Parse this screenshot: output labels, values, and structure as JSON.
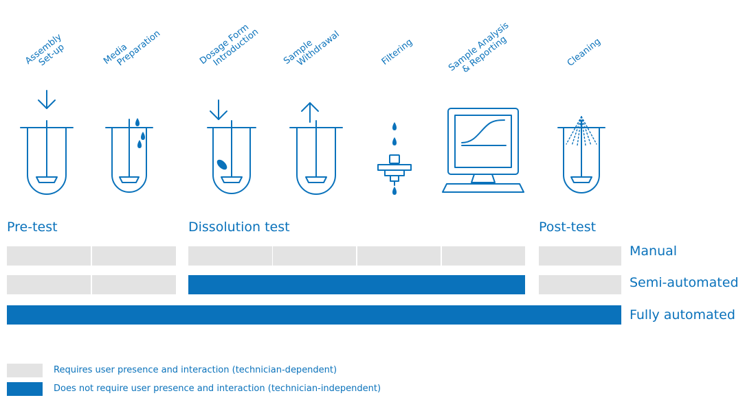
{
  "steps": [
    {
      "line1": "Assembly",
      "line2": "Set-up",
      "icon": "vessel-with-down-arrow-icon"
    },
    {
      "line1": "Media",
      "line2": "Preparation",
      "icon": "vessel-with-drops-icon"
    },
    {
      "line1": "Dosage Form",
      "line2": "Introduction",
      "icon": "vessel-with-tablet-icon"
    },
    {
      "line1": "Sample",
      "line2": "Withdrawal",
      "icon": "vessel-with-up-arrow-icon"
    },
    {
      "line1": "Filtering",
      "line2": "",
      "icon": "filter-icon"
    },
    {
      "line1": "Sample Analysis",
      "line2": "& Reporting",
      "icon": "computer-monitor-icon"
    },
    {
      "line1": "Cleaning",
      "line2": "",
      "icon": "vessel-with-spray-icon"
    }
  ],
  "sections": {
    "pre": "Pre-test",
    "dissolution": "Dissolution test",
    "post": "Post-test"
  },
  "rows": [
    {
      "label": "Manual",
      "mode": [
        "gray",
        "gray",
        "gray",
        "gray",
        "gray",
        "gray",
        "gray"
      ]
    },
    {
      "label": "Semi-automated",
      "mode": [
        "gray",
        "gray",
        "blue",
        "blue",
        "blue",
        "blue",
        "gray"
      ]
    },
    {
      "label": "Fully automated",
      "mode": [
        "blue",
        "blue",
        "blue",
        "blue",
        "blue",
        "blue",
        "blue"
      ]
    }
  ],
  "legend": {
    "gray_text": "Requires user presence and interaction (technician-dependent)",
    "blue_text": "Does not require user presence and interaction (technician-independent)"
  },
  "colors": {
    "accent": "#0a72bb",
    "inactive": "#e3e3e3"
  }
}
